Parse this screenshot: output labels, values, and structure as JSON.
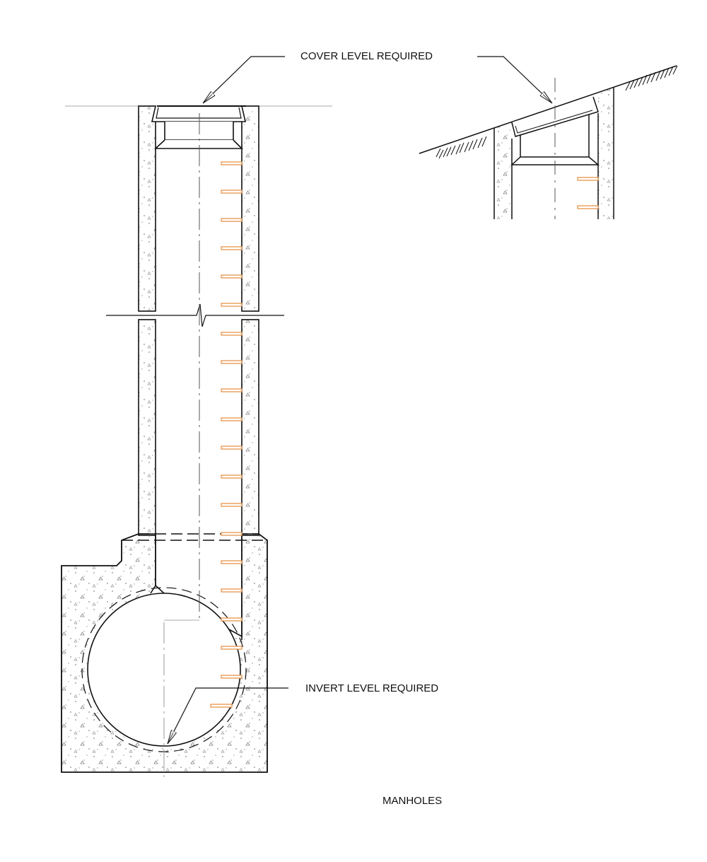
{
  "title": "MANHOLES",
  "annotations": {
    "cover_level": "COVER LEVEL REQUIRED",
    "invert_level": "INVERT LEVEL REQUIRED"
  },
  "colors": {
    "line": "#111111",
    "step_iron": "#e8944a",
    "concrete_speckle": "#8a8a8a",
    "ground_line": "#bbbbbb"
  }
}
